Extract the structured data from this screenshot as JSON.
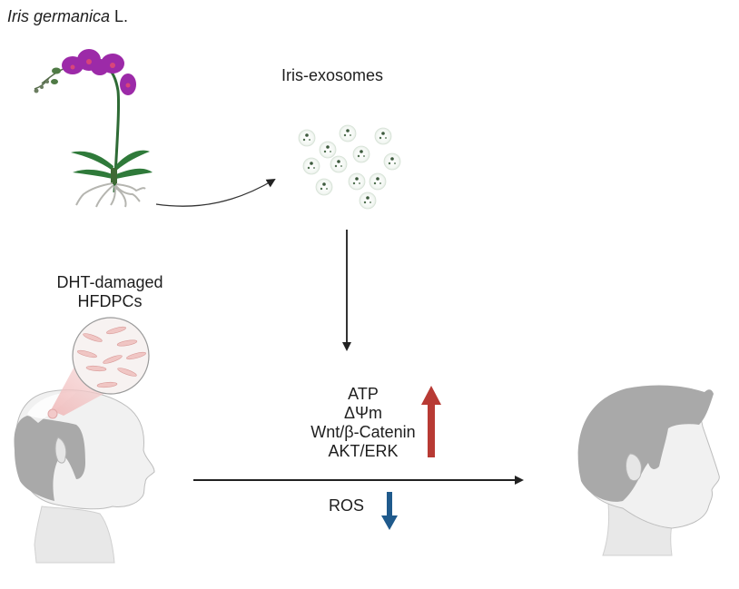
{
  "diagram": {
    "plant": {
      "name_italic": "Iris germanica",
      "name_suffix": " L.",
      "icon": "orchid-plant-icon"
    },
    "exosomes": {
      "label": "Iris-exosomes",
      "icon": "exosome-vesicles-icon",
      "count": 12
    },
    "damaged_cells": {
      "line1": "DHT-damaged",
      "line2": "HFDPCs",
      "icon": "magnified-cells-icon"
    },
    "upregulated": {
      "items": [
        "ATP",
        "ΔΨm",
        "Wnt/β-Catenin",
        "AKT/ERK"
      ],
      "arrow_color": "#b83a34",
      "direction": "up"
    },
    "downregulated": {
      "items": [
        "ROS"
      ],
      "arrow_color": "#1f5a8c",
      "direction": "down"
    },
    "before_head": {
      "icon": "balding-head-profile-icon"
    },
    "after_head": {
      "icon": "full-hair-head-profile-icon"
    },
    "colors": {
      "petal": "#9c2aa8",
      "leaf": "#2f7a3a",
      "hair": "#a9a9a9",
      "skin": "#efefef",
      "zoom_cone": "#f2c9c9",
      "arrow": "#222222"
    }
  }
}
